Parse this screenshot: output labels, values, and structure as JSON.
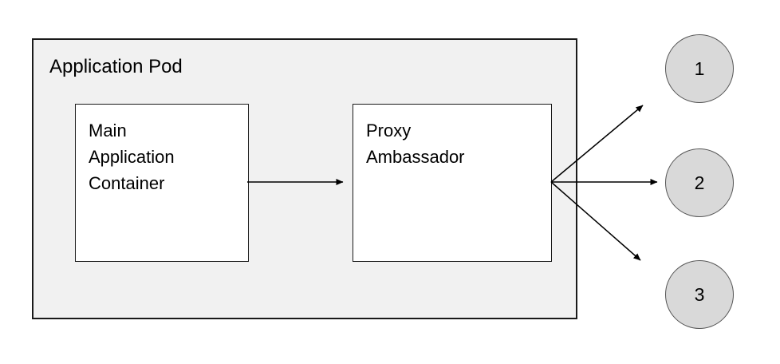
{
  "diagram": {
    "pod": {
      "label": "Application Pod",
      "main_container": {
        "lines": [
          "Main",
          "Application",
          "Container"
        ]
      },
      "proxy_ambassador": {
        "lines": [
          "Proxy",
          "Ambassador"
        ]
      }
    },
    "services": [
      {
        "label": "1"
      },
      {
        "label": "2"
      },
      {
        "label": "3"
      }
    ],
    "icons": {
      "arrow_main_to_proxy": "arrow-right",
      "arrow_proxy_to_service_1": "arrow-up-right",
      "arrow_proxy_to_service_2": "arrow-right",
      "arrow_proxy_to_service_3": "arrow-down-right"
    },
    "colors": {
      "pod_bg": "#f1f1f1",
      "node_bg": "#ffffff",
      "service_bg": "#d9d9d9",
      "line": "#000000"
    }
  }
}
